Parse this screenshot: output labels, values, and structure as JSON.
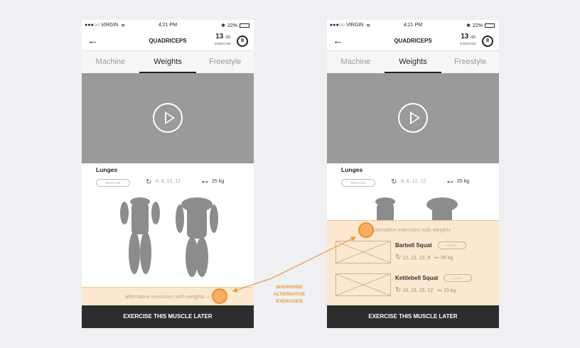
{
  "status": {
    "carrier": "●●●○○ VIRGIN",
    "wifi": "wifi-icon",
    "time": "4:21 PM",
    "battery": "22%"
  },
  "header": {
    "title": "QUADRICEPS",
    "count": "13",
    "total": "/20",
    "count_label": "EXERCISE",
    "pause_icon": "pause-icon"
  },
  "tabs": [
    "Machine",
    "Weights",
    "Freestyle"
  ],
  "active_tab": "Weights",
  "exercise": {
    "name": "Lunges",
    "difficulty": "MEDIUM",
    "reps": "8, 8, 12, 12",
    "weight": "25 kg"
  },
  "alternatives": {
    "toggle_label": "alternative exercises with weights",
    "items": [
      {
        "name": "Barbell Squat",
        "difficulty": "HARD",
        "reps": "12, 12, 12, 8",
        "weight": "55 kg"
      },
      {
        "name": "Kettlebell Squat",
        "difficulty": "EASY",
        "reps": "15, 15, 15, 12",
        "weight": "15 kg"
      }
    ]
  },
  "footer": {
    "label": "EXERCISE THIS MUSCLE LATER"
  },
  "annotation": {
    "line1": "SHOW/HIDE",
    "line2": "ALTERNATIVE",
    "line3": "EXERCISES"
  },
  "colors": {
    "accent": "#f0982f",
    "panel": "#fbe8cf",
    "footer": "#2d2d2d"
  }
}
